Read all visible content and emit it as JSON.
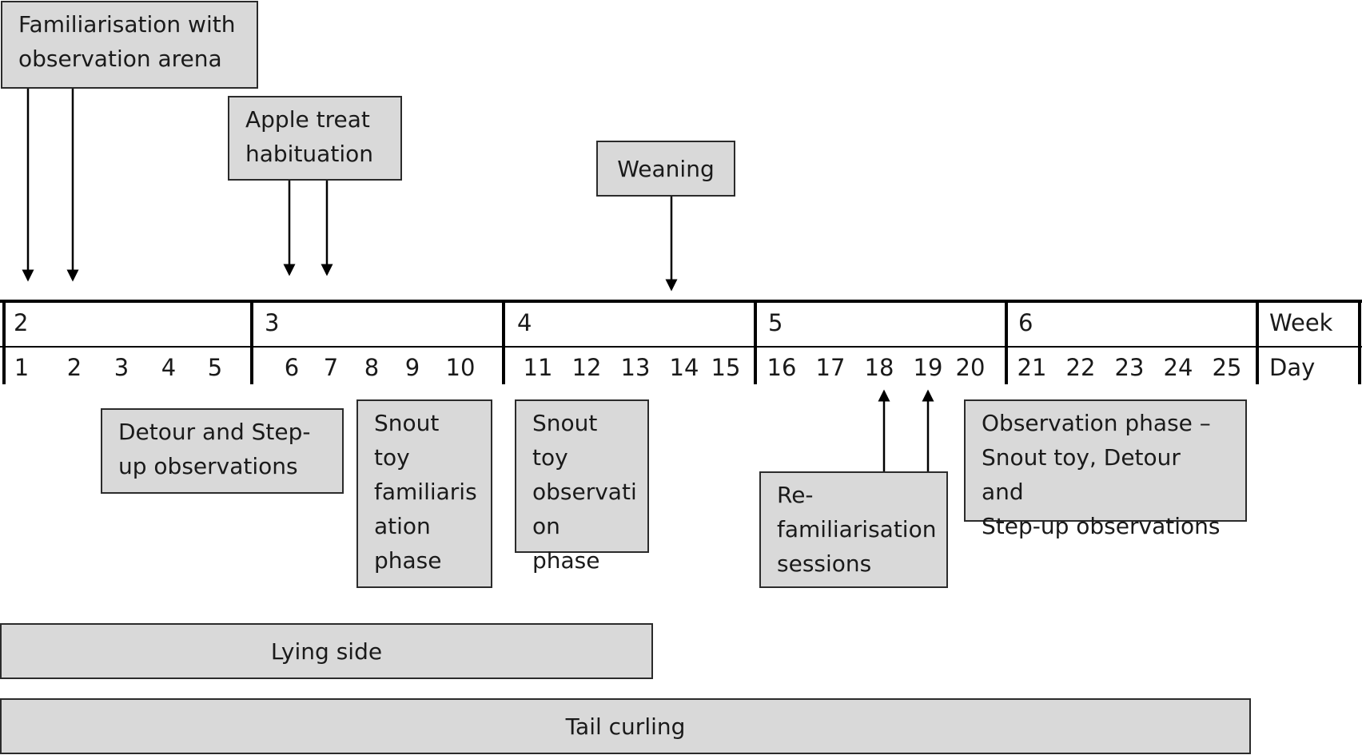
{
  "top_boxes": {
    "familiarisation": "Familiarisation with\nobservation arena",
    "apple": "Apple treat\nhabituation",
    "weaning": "Weaning"
  },
  "bottom_boxes": {
    "detour": "Detour and Step-\nup observations",
    "snout_fam": "Snout\ntoy\nfamiliaris\nation\nphase",
    "snout_obs": "Snout\ntoy\nobservati\non phase",
    "refam": "Re-\nfamiliarisation\nsessions",
    "obs_phase": "Observation phase –\nSnout toy, Detour and\nStep-up observations"
  },
  "bars": {
    "lying": "Lying side",
    "tail": "Tail curling"
  },
  "timeline": {
    "weeks": [
      "2",
      "3",
      "4",
      "5",
      "6"
    ],
    "week_label": "Week",
    "days": [
      "1",
      "2",
      "3",
      "4",
      "5",
      "6",
      "7",
      "8",
      "9",
      "10",
      "11",
      "12",
      "13",
      "14",
      "15",
      "16",
      "17",
      "18",
      "19",
      "20",
      "21",
      "22",
      "23",
      "24",
      "25"
    ],
    "day_label": "Day"
  }
}
